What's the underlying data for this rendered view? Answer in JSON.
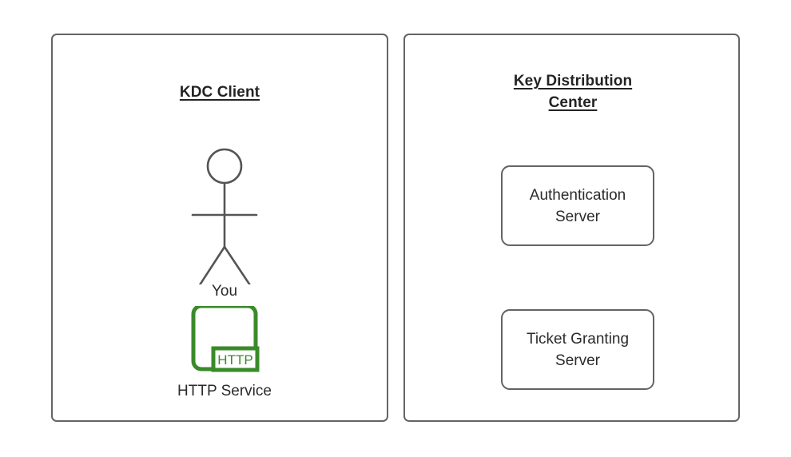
{
  "diagram": {
    "type": "architecture-diagram",
    "background_color": "#ffffff",
    "stroke_color": "#646464",
    "text_color": "#2b2b2b",
    "accent_green": "#3a8a2a"
  },
  "panels": [
    {
      "id": "kdc-client",
      "title": "KDC Client",
      "nodes": [
        {
          "id": "you",
          "label": "You",
          "icon": "stick-figure-actor-icon"
        },
        {
          "id": "http-service",
          "label": "HTTP Service",
          "icon": "http-service-icon",
          "badge": "HTTP"
        }
      ]
    },
    {
      "id": "key-distribution-center",
      "title_line1": "Key Distribution",
      "title_line2": "Center",
      "nodes": [
        {
          "id": "authentication-server",
          "line1": "Authentication",
          "line2": "Server"
        },
        {
          "id": "ticket-granting-server",
          "line1": "Ticket Granting",
          "line2": "Server"
        }
      ]
    }
  ]
}
